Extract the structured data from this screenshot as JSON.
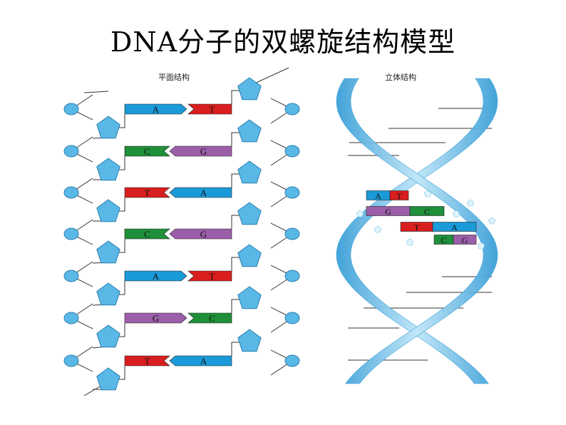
{
  "title": "DNA分子的双螺旋结构模型",
  "planar": {
    "label": "平面结构",
    "pairs": [
      {
        "left": "A",
        "right": "T"
      },
      {
        "left": "C",
        "right": "G"
      },
      {
        "left": "T",
        "right": "A"
      },
      {
        "left": "C",
        "right": "G"
      },
      {
        "left": "A",
        "right": "T"
      },
      {
        "left": "G",
        "right": "C"
      },
      {
        "left": "T",
        "right": "A"
      }
    ]
  },
  "helix": {
    "label": "立体结构",
    "pairs": [
      {
        "left": "A",
        "right": "T"
      },
      {
        "left": "G",
        "right": "C"
      },
      {
        "left": "T",
        "right": "A"
      },
      {
        "left": "C",
        "right": "G"
      }
    ]
  },
  "colors": {
    "A": "#1a9ad8",
    "T": "#d81e1e",
    "C": "#1f8f3a",
    "G": "#9b5ea8",
    "sugar": "#5ab8e6",
    "phosphate": "#5ab8e6",
    "ribbon": "#6ec3ec"
  }
}
